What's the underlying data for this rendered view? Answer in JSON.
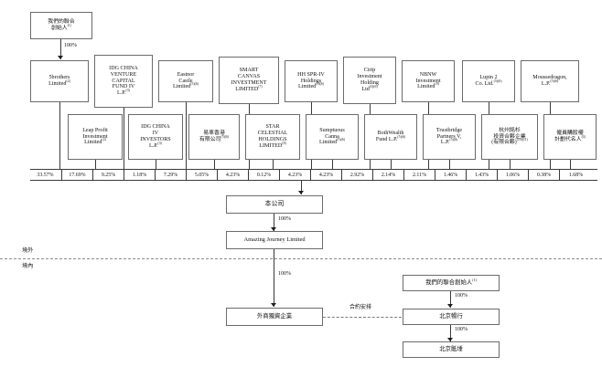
{
  "diagram": {
    "title": "Corporate shareholding structure chart",
    "founder_top": "我們的聯合創始人(1)",
    "founder_right": "我們的聯合創始人(1)",
    "pct_founder_to_5brothers": "100%",
    "company": "本公司",
    "pct_company_to_aj": "100%",
    "amazing_journey": "Amazing Journey Limited",
    "pct_aj_to_wfoe": "100%",
    "wfoe": "外商獨資企業",
    "contractual_label": "合約安排",
    "beijing_changxing": "北京暢行",
    "pct_founder_to_changxing": "100%",
    "beijing_diduo": "北京骶埵",
    "pct_changxing_to_diduo": "100%",
    "offshore_label": "境外",
    "onshore_label": "境內"
  },
  "top_row": [
    {
      "name": "5brothers Limited(2)"
    },
    {
      "name": "IDG CHINA VENTURE CAPITAL FUND IV L.P.(3)"
    },
    {
      "name": "Eastnor Castle Limited(5)(6)"
    },
    {
      "name": "SMART CANVAS INVESTMENT LIMITED(7)"
    },
    {
      "name": "HH SPR-IV Holdings Limited(5)(6)"
    },
    {
      "name": "Ctrip Investment Holding Ltd(5)(6)"
    },
    {
      "name": "NBNW Investment Limited(9)"
    },
    {
      "name": "Lupin 2 Co. Ltd.(5)(6)"
    },
    {
      "name": "Moussedragon, L.P.(5)(6)"
    }
  ],
  "second_row": [
    {
      "name": "Leap Profit Investment Limited(2)"
    },
    {
      "name": "IDG CHINA IV INVESTORS L.P.(3)"
    },
    {
      "name": "易車香港有限公司(5)(6)"
    },
    {
      "name": "STAR CELESTIAL HOLDINGS LIMITED(8)"
    },
    {
      "name": "Sumptuous Canna Limited(5)(6)"
    },
    {
      "name": "BothWealth Fund L.P.(5)(6)"
    },
    {
      "name": "Trustbridge Partners V, L.P.(5)(6)"
    },
    {
      "name": "杭州銘杉投資合夥企業(有限合夥)(10)(11)"
    },
    {
      "name": "僱員購股權計劃代名人(4)"
    }
  ],
  "percentages": [
    "33.57%",
    "17.69%",
    "9.25%",
    "1.18%",
    "7.29%",
    "5.05%",
    "4.23%",
    "0.12%",
    "4.23%",
    "4.23%",
    "2.92%",
    "2.14%",
    "2.11%",
    "1.46%",
    "1.43%",
    "1.06%",
    "0.38%",
    "1.68%"
  ]
}
